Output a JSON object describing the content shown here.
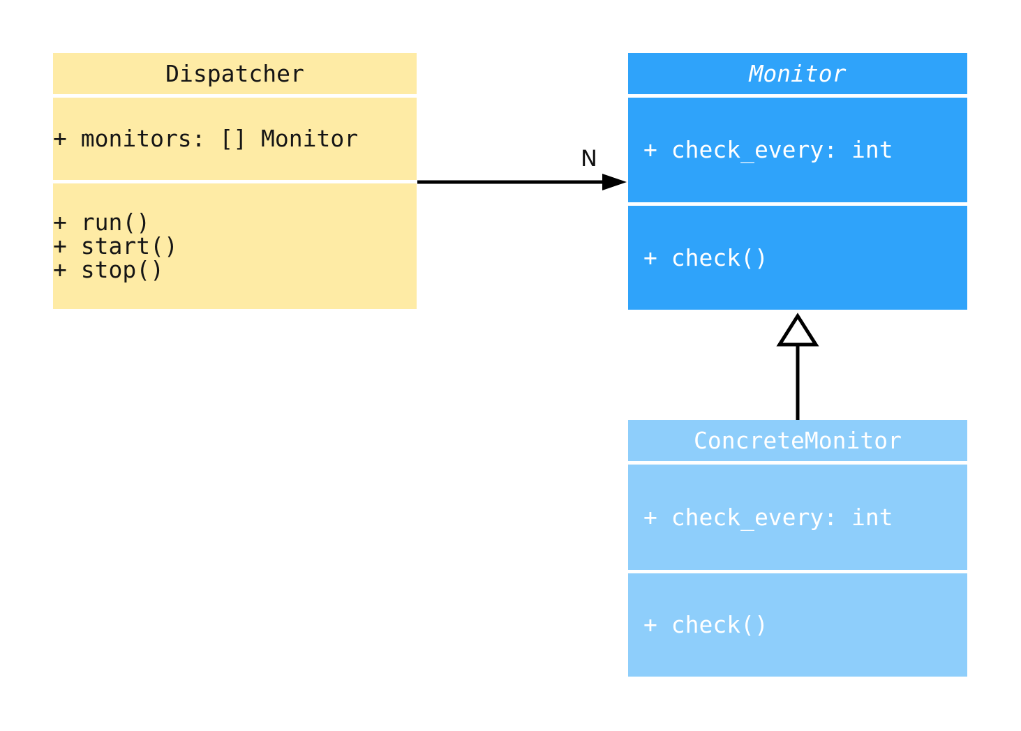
{
  "diagram": {
    "type": "uml-class-diagram",
    "background": "#ffffff"
  },
  "classes": {
    "dispatcher": {
      "name": "Dispatcher",
      "fill": "#feeba5",
      "text_color": "#151515",
      "attributes": [
        "+ monitors: [] Monitor"
      ],
      "methods": [
        "+ run()",
        "+ start()",
        "+ stop()"
      ]
    },
    "monitor": {
      "name": "Monitor",
      "abstract": true,
      "fill": "#2fa3fa",
      "text_color": "#ffffff",
      "attributes": [
        "+ check_every: int"
      ],
      "methods": [
        "+ check()"
      ]
    },
    "concrete_monitor": {
      "name": "ConcreteMonitor",
      "abstract": false,
      "fill": "#8ecefb",
      "text_color": "#ffffff",
      "attributes": [
        "+ check_every: int"
      ],
      "methods": [
        "+ check()"
      ]
    }
  },
  "relationships": {
    "association": {
      "from": "Dispatcher",
      "to": "Monitor",
      "label": "N",
      "arrow_color": "#000000"
    },
    "inheritance": {
      "from": "ConcreteMonitor",
      "to": "Monitor",
      "arrow_color": "#000000"
    }
  }
}
